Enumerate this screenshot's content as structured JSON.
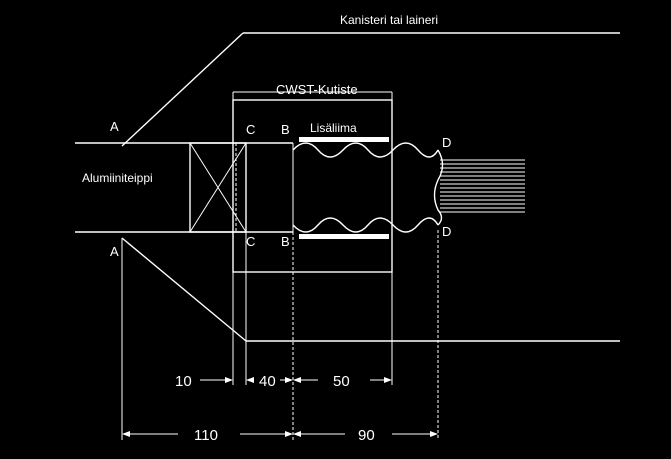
{
  "labels": {
    "kanisteri": "Kanisteri tai laineri",
    "cwst": "CWST-Kutiste",
    "lisaliima": "Lisäliima",
    "alumiiniteippi": "Alumiiniteippi",
    "a_top": "A",
    "a_bottom": "A",
    "c_top": "C",
    "c_bottom": "C",
    "b_top": "B",
    "b_bottom": "B",
    "d_top": "D",
    "d_bottom": "D"
  },
  "dimensions": {
    "d10": "10",
    "d40": "40",
    "d50": "50",
    "d110": "110",
    "d90": "90"
  }
}
